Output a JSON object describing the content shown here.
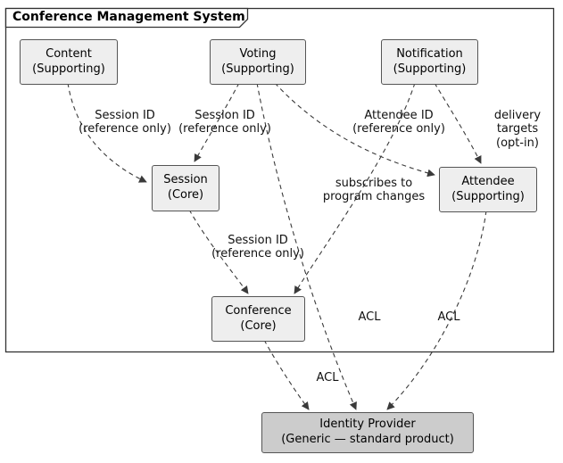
{
  "diagram": {
    "package_title": "Conference Management System",
    "nodes": {
      "content": {
        "label": "Content\n(Supporting)"
      },
      "voting": {
        "label": "Voting\n(Supporting)"
      },
      "notification": {
        "label": "Notification\n(Supporting)"
      },
      "session": {
        "label": "Session\n(Core)"
      },
      "attendee": {
        "label": "Attendee\n(Supporting)"
      },
      "conference": {
        "label": "Conference\n(Core)"
      },
      "identity_provider": {
        "label": "Identity Provider\n(Generic — standard product)"
      }
    },
    "edges": {
      "content_session": {
        "label": "Session ID\n(reference only)"
      },
      "voting_session": {
        "label": "Session ID\n(reference only)"
      },
      "voting_attendee": {
        "label": "Attendee ID\n(reference only)"
      },
      "notification_attendee": {
        "label": "delivery targets\n(opt-in)"
      },
      "notification_conference": {
        "label": "subscribes to\nprogram changes"
      },
      "session_conference": {
        "label": "Session ID\n(reference only)"
      },
      "voting_idp": {
        "label": "ACL"
      },
      "attendee_idp": {
        "label": "ACL"
      },
      "conference_idp": {
        "label": "ACL"
      }
    },
    "colors": {
      "node_fill": "#eeeeee",
      "idp_fill": "#cccccc",
      "node_border": "#555555",
      "frame_border": "#333333",
      "edge_stroke": "#3a3a3a",
      "background": "#ffffff"
    }
  }
}
